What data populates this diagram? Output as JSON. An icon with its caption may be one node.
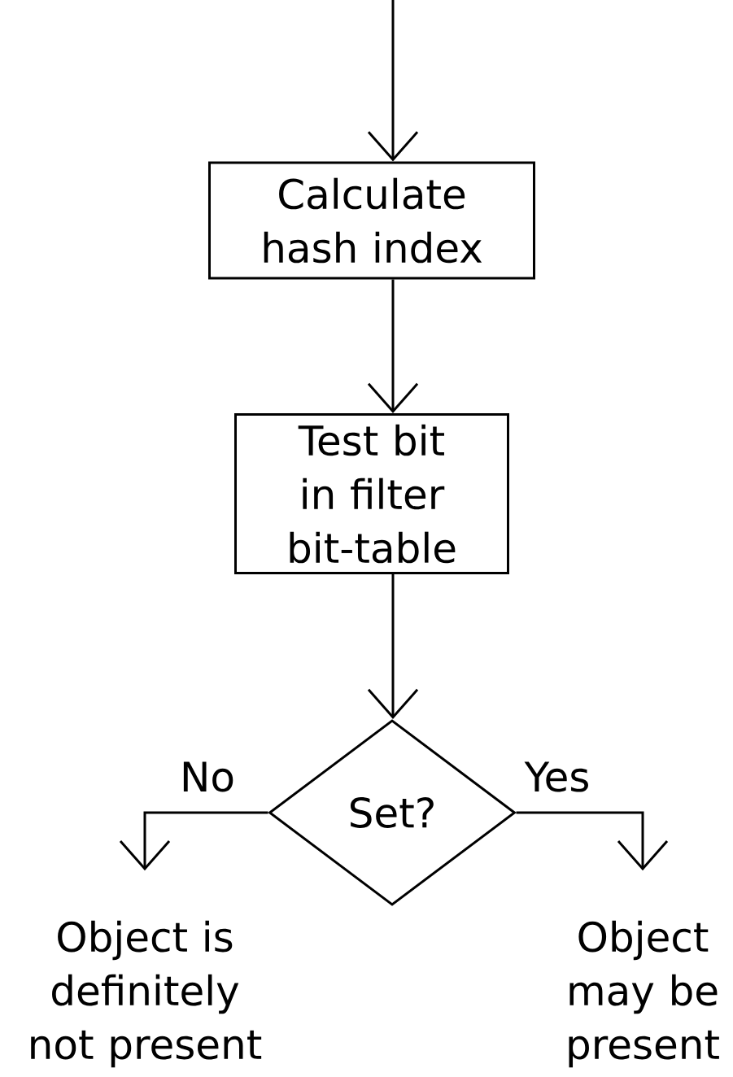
{
  "diagram": {
    "nodes": [
      {
        "text": [
          "Calculate hash index"
        ]
      },
      {
        "text": [
          "Test bit in filter bit-table"
        ]
      },
      {
        "text": [
          "Set?"
        ]
      },
      {
        "text": [
          "Object is definitely not present"
        ]
      },
      {
        "text": [
          "Object may be present"
        ]
      }
    ],
    "edges": [
      {
        "from": null,
        "to": 0,
        "arrow": "to"
      },
      {
        "from": 0,
        "to": 1,
        "arrow": "to"
      },
      {
        "from": 1,
        "to": 2,
        "arrow": "to"
      },
      {
        "from": 2,
        "to": 3,
        "arrow": "to",
        "label": "No"
      },
      {
        "from": 2,
        "to": 4,
        "arrow": "to",
        "label": "Yes"
      }
    ]
  }
}
